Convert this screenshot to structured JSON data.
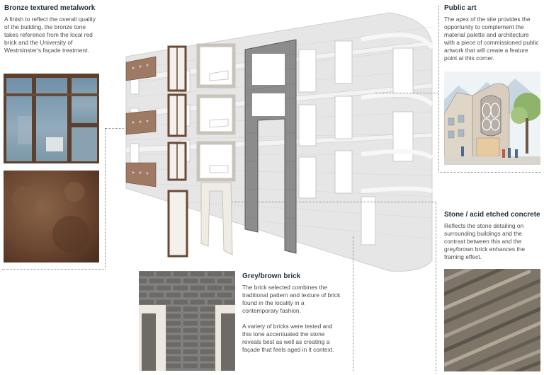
{
  "bronze": {
    "title": "Bronze textured metalwork",
    "text": "A finish to reflect the overall quality of the building, the bronze tone takes reference from the local red brick and the University of Westminster's façade treatment."
  },
  "public_art": {
    "title": "Public art",
    "text": "The apex of the site provides the opportunity to complement the material palette and architecture with a piece of commissioned public artwork that will create a feature point at this corner."
  },
  "stone": {
    "title": "Stone / acid etched concrete",
    "text": "Reflects the stone detailing on surrounding buildings and the contrast between this and the grey/brown brick enhances the framing effect."
  },
  "brick": {
    "title": "Grey/brown brick",
    "text1": "The brick selected combines the traditional pattern and texture of brick found in the locality in a contemporary fashion.",
    "text2": "A variety of bricks were tested and this tone accentuated the stone reveals best as well as creating a façade that feels aged in it context."
  },
  "colors": {
    "title": "#1f2f3a",
    "bronze": "#6b4a35",
    "brick": "#6f6f6f",
    "stone": "#e8e4dc",
    "leader": "#7a8a8a"
  }
}
